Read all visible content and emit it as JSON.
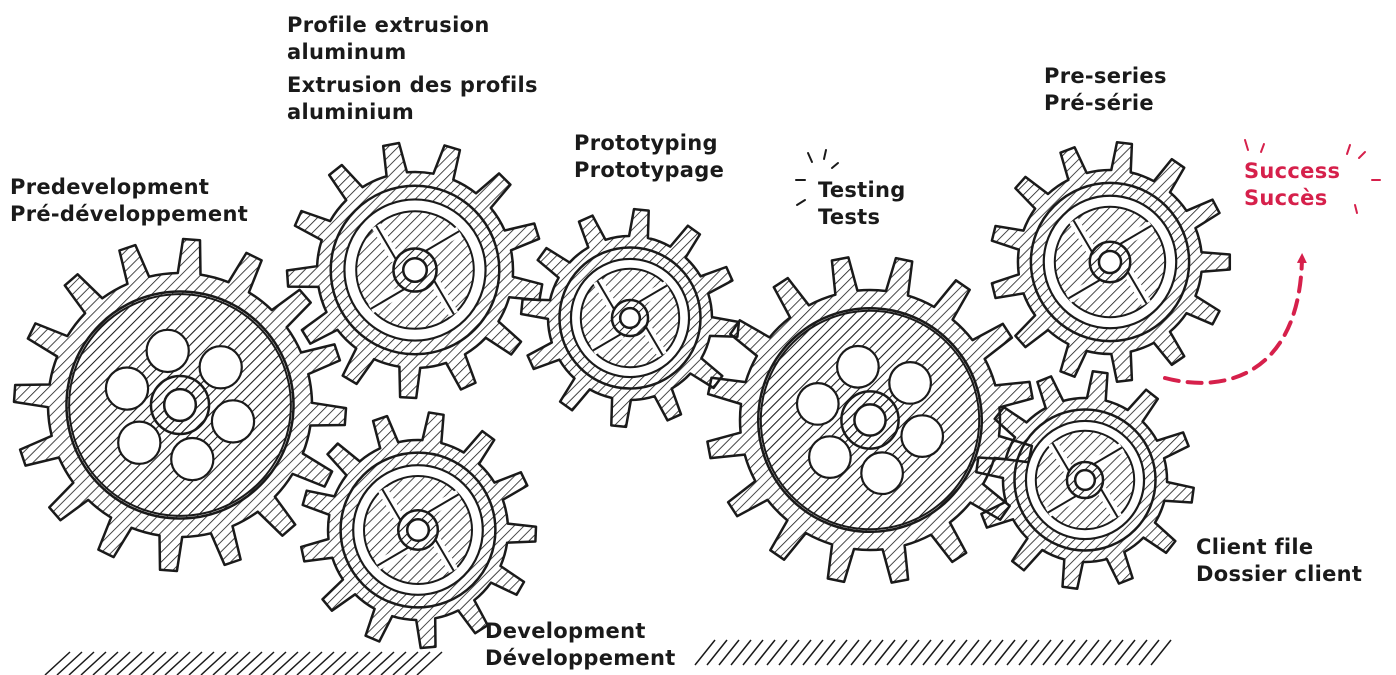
{
  "accent_color": "#d6204b",
  "ink_color": "#1a1a1a",
  "labels": {
    "predevelopment": {
      "en": "Predevelopment",
      "fr": "Pré-développement"
    },
    "profile_extrusion": {
      "en_line1": "Profile extrusion",
      "en_line2": "aluminum",
      "fr_line1": "Extrusion des profils",
      "fr_line2": "aluminium"
    },
    "prototyping": {
      "en": "Prototyping",
      "fr": "Prototypage"
    },
    "testing": {
      "en": "Testing",
      "fr": "Tests"
    },
    "preseries": {
      "en": "Pre-series",
      "fr": "Pré-série"
    },
    "success": {
      "en": "Success",
      "fr": "Succès"
    },
    "client_file": {
      "en": "Client file",
      "fr": "Dossier client"
    },
    "development": {
      "en": "Development",
      "fr": "Développement"
    }
  },
  "gears": [
    {
      "name": "gear-predevelopment",
      "style": "holes"
    },
    {
      "name": "gear-profile-extrusion",
      "style": "spokes"
    },
    {
      "name": "gear-development",
      "style": "spokes"
    },
    {
      "name": "gear-prototyping",
      "style": "spokes"
    },
    {
      "name": "gear-testing",
      "style": "holes"
    },
    {
      "name": "gear-preseries",
      "style": "spokes"
    },
    {
      "name": "gear-client-file",
      "style": "spokes"
    }
  ]
}
